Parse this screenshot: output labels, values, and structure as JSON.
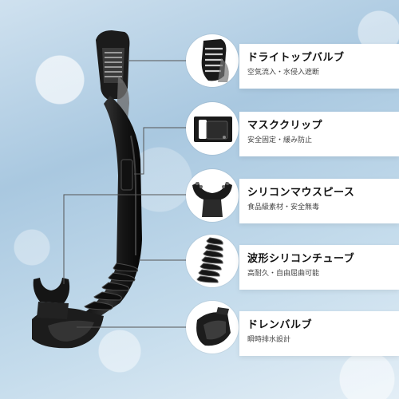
{
  "features": [
    {
      "title": "ドライトップバルブ",
      "subtitle": "空気流入・水侵入遮断",
      "icon": "dry-top-valve-icon"
    },
    {
      "title": "マスククリップ",
      "subtitle": "安全固定・緩み防止",
      "icon": "mask-clip-icon"
    },
    {
      "title": "シリコンマウスピース",
      "subtitle": "食品級素材・安全無毒",
      "icon": "mouthpiece-icon"
    },
    {
      "title": "波形シリコンチューブ",
      "subtitle": "高耐久・自由屈曲可能",
      "icon": "corrugated-tube-icon"
    },
    {
      "title": "ドレンバルブ",
      "subtitle": "瞬時排水設計",
      "icon": "drain-valve-icon"
    }
  ],
  "colors": {
    "background": "#b8d3e8",
    "product": "#1a1a1a",
    "panel": "#ffffff",
    "leader_line": "#555555"
  }
}
